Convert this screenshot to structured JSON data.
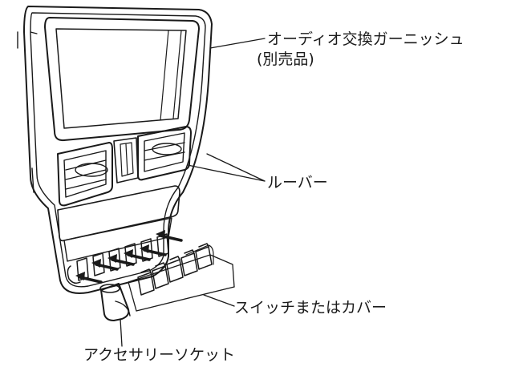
{
  "labels": {
    "audio_garnish": "オーディオ交換ガーニッシュ",
    "audio_garnish_note": "(別売品)",
    "louver": "ルーバー",
    "switch_cover": "スイッチまたはカバー",
    "accessory_socket": "アクセサリーソケット"
  }
}
